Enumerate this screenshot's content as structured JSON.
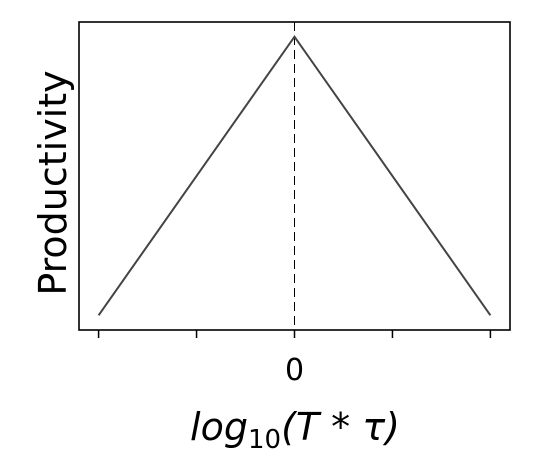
{
  "chart_data": {
    "type": "line",
    "ylabel": "Productivity",
    "xlabel_parts": {
      "main": "log",
      "sub": "10",
      "rest": "(T * τ)"
    },
    "x": [
      -2,
      0,
      2
    ],
    "y": [
      0.05,
      1.0,
      0.05
    ],
    "xlim": [
      -2.2,
      2.2
    ],
    "ylim": [
      0.0,
      1.05
    ],
    "xticks": [
      -2,
      -1,
      0,
      1,
      2
    ],
    "xtick_labels": [
      "",
      "",
      "0",
      "",
      ""
    ],
    "yticks": [],
    "vline_x": 0,
    "line_color": "#444444",
    "grid": false
  }
}
